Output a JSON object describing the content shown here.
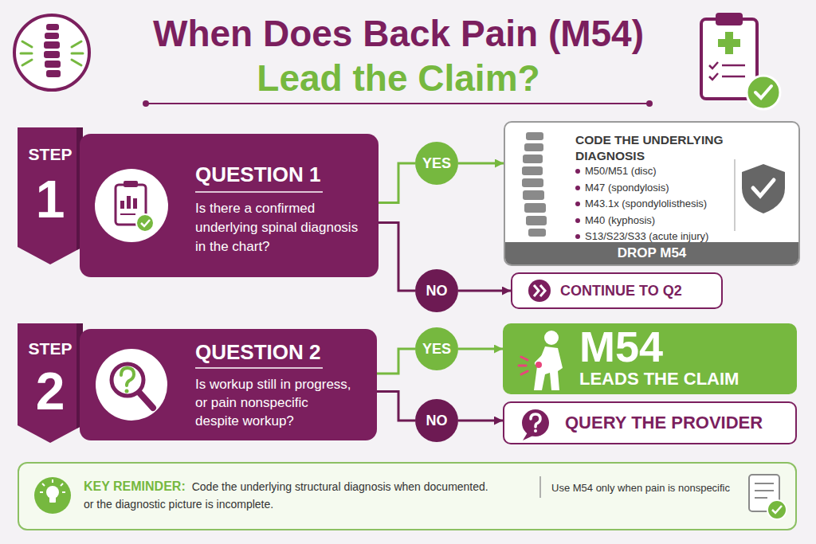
{
  "diagram": {
    "title": "When Does Back Pain (M54) Lead the Claim?",
    "nodes": [
      {
        "text": [
          "STEP",
          "1"
        ]
      },
      {
        "text": [
          "QUESTION 1",
          "Is there a confirmed underlying spinal diagnosis in the chart?"
        ]
      },
      {
        "text": [
          "YES"
        ]
      },
      {
        "text": [
          "CODE THE UNDERLYING DIAGNOSIS",
          "M50/M51 (disc)",
          "M47 (spondylosis)",
          "M43.1x (spondylolisthesis)",
          "M40 (kyphosis)",
          "S13/S23/S33 (acute injury)"
        ]
      },
      {
        "text": [
          "DROP M54"
        ],
        "in": 3
      },
      {
        "text": [
          "NO"
        ]
      },
      {
        "text": [
          "CONTINUE TO Q2"
        ]
      },
      {
        "text": [
          "STEP",
          "2"
        ]
      },
      {
        "text": [
          "QUESTION 2",
          "Is workup still in progress, or pain nonspecific despite workup?"
        ]
      },
      {
        "text": [
          "YES"
        ]
      },
      {
        "text": [
          "M54",
          "LEADS THE CLAIM"
        ]
      },
      {
        "text": [
          "NO"
        ]
      },
      {
        "text": [
          "QUERY THE PROVIDER"
        ]
      },
      {
        "text": [
          "KEY REMINDER:",
          "Code the underlying structural diagnosis when documented. or the diagnostic picture is incomplete.",
          "Use M54 only when pain is nonspecific"
        ]
      }
    ],
    "edges": [
      {
        "from": 1,
        "to": 2,
        "arrow": "none"
      },
      {
        "from": 2,
        "to": 3,
        "arrow": "to"
      },
      {
        "from": 1,
        "to": 5,
        "arrow": "none"
      },
      {
        "from": 5,
        "to": 6,
        "arrow": "to"
      },
      {
        "from": 8,
        "to": 9,
        "arrow": "none"
      },
      {
        "from": 9,
        "to": 10,
        "arrow": "to"
      },
      {
        "from": 8,
        "to": 11,
        "arrow": "none"
      },
      {
        "from": 11,
        "to": 12,
        "arrow": "to"
      }
    ]
  }
}
